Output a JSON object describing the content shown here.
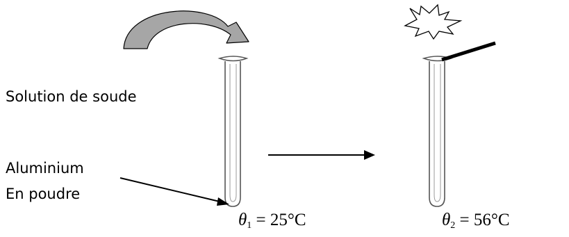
{
  "labels": {
    "solution": "Solution de soude",
    "aluminium_line1": "Aluminium",
    "aluminium_line2": "En poudre"
  },
  "temperatures": {
    "before": {
      "symbol": "θ",
      "index": "1",
      "rest": " = 25°C"
    },
    "after": {
      "symbol": "θ",
      "index": "2",
      "rest": " = 56°C"
    }
  },
  "icons": [
    "curved-pour-arrow-icon",
    "test-tube-icon",
    "reaction-arrow-icon",
    "explosion-burst-icon",
    "lit-match-icon"
  ],
  "colors": {
    "arrow_fill": "#a6a6a6",
    "stroke": "#000000",
    "tube_stroke": "#555555"
  }
}
